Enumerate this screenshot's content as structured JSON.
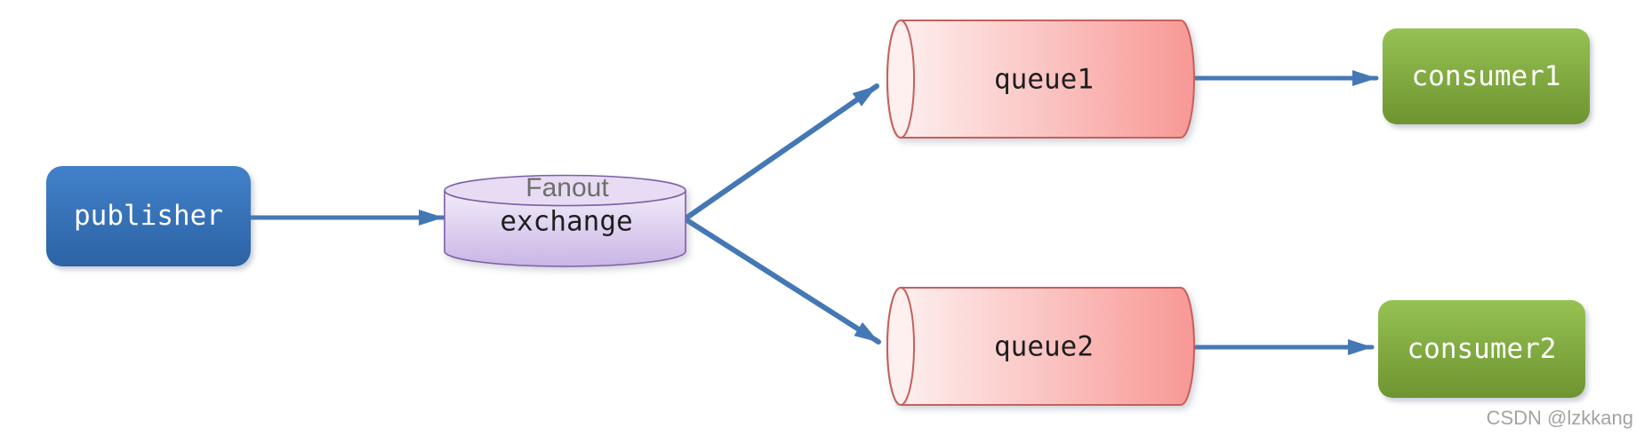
{
  "diagram": {
    "title_hint": "fanout-exchange-message-flow",
    "nodes": {
      "publisher": {
        "label": "publisher"
      },
      "exchange": {
        "type_label": "Fanout",
        "label": "exchange"
      },
      "queue1": {
        "label": "queue1"
      },
      "queue2": {
        "label": "queue2"
      },
      "consumer1": {
        "label": "consumer1"
      },
      "consumer2": {
        "label": "consumer2"
      }
    },
    "edges": [
      {
        "from": "publisher",
        "to": "exchange"
      },
      {
        "from": "exchange",
        "to": "queue1"
      },
      {
        "from": "exchange",
        "to": "queue2"
      },
      {
        "from": "queue1",
        "to": "consumer1"
      },
      {
        "from": "queue2",
        "to": "consumer2"
      }
    ],
    "colors": {
      "publisher_fill": "#3a74bd",
      "exchange_fill": "#d9c7ec",
      "exchange_border": "#7e5fa8",
      "queue_fill": "#f89a97",
      "queue_border": "#c5605d",
      "consumer_fill": "#81ab3e",
      "arrow": "#4478b5",
      "type_label_text": "#6d6d6d",
      "node_text_dark": "#1e1e1e",
      "node_text_light": "#ffffff"
    }
  },
  "watermark": "CSDN @lzkkang"
}
